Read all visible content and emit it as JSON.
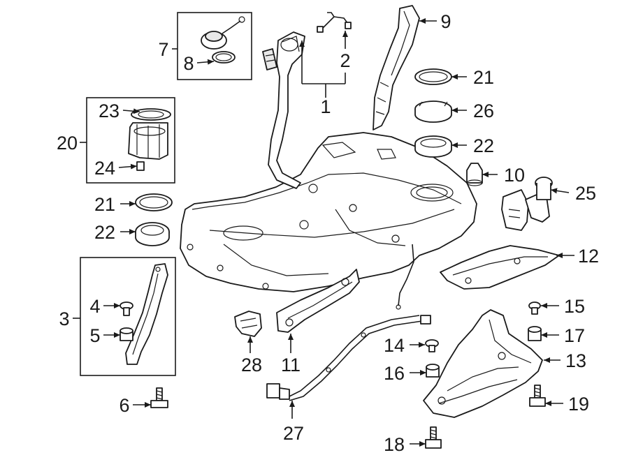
{
  "callouts": {
    "c1": "1",
    "c2": "2",
    "c3": "3",
    "c4": "4",
    "c5": "5",
    "c6": "6",
    "c7": "7",
    "c8": "8",
    "c9": "9",
    "c10": "10",
    "c11": "11",
    "c12": "12",
    "c13": "13",
    "c14": "14",
    "c15": "15",
    "c16": "16",
    "c17": "17",
    "c18": "18",
    "c19": "19",
    "c20": "20",
    "c21a": "21",
    "c21b": "21",
    "c22a": "22",
    "c22b": "22",
    "c23": "23",
    "c24": "24",
    "c25": "25",
    "c26": "26",
    "c27": "27",
    "c28": "28"
  }
}
